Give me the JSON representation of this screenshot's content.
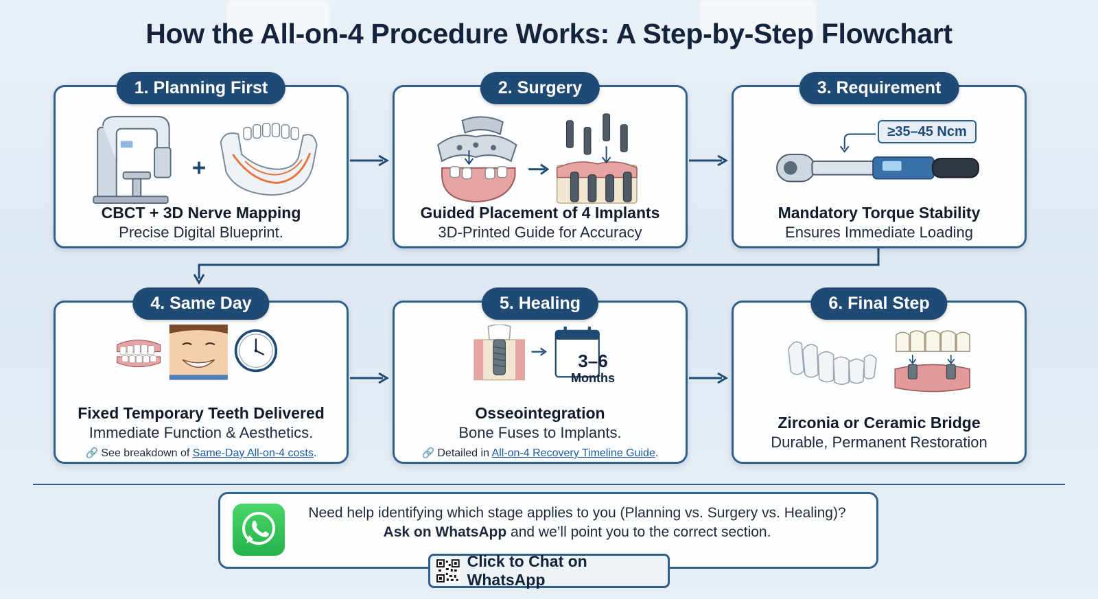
{
  "title": "How the All-on-4 Procedure Works: A Step-by-Step Flowchart",
  "steps": [
    {
      "badge": "1. Planning First",
      "title": "CBCT + 3D Nerve Mapping",
      "subtitle": "Precise Digital Blueprint.",
      "icons": [
        "cbct-scanner-icon",
        "plus-icon",
        "jaw-nerve-map-icon"
      ]
    },
    {
      "badge": "2. Surgery",
      "title": "Guided Placement of 4 Implants",
      "subtitle": "3D-Printed Guide for Accuracy",
      "icons": [
        "surgical-guide-icon",
        "arrow-icon",
        "implants-in-gum-icon"
      ]
    },
    {
      "badge": "3. Requirement",
      "title": "Mandatory Torque Stability",
      "subtitle": "Ensures Immediate Loading",
      "torque_label": "≥35–45 Ncm",
      "icons": [
        "torque-wrench-icon"
      ]
    },
    {
      "badge": "4. Same Day",
      "title": "Fixed Temporary Teeth Delivered",
      "subtitle": "Immediate Function & Aesthetics.",
      "link_prefix": "See breakdown of ",
      "link_text": "Same-Day All-on-4 costs",
      "link_suffix": ".",
      "icons": [
        "denture-icon",
        "smiling-face-icon",
        "clock-icon"
      ]
    },
    {
      "badge": "5. Healing",
      "title": "Osseointegration",
      "subtitle": "Bone Fuses to Implants.",
      "calendar_value": "3–6",
      "calendar_unit": "Months",
      "link_prefix": "Detailed in ",
      "link_text": "All-on-4 Recovery Timeline Guide",
      "link_suffix": ".",
      "icons": [
        "implant-in-bone-icon",
        "arrow-icon",
        "calendar-icon"
      ]
    },
    {
      "badge": "6. Final Step",
      "title": "Zirconia or Ceramic Bridge",
      "subtitle": "Durable, Permanent Restoration",
      "icons": [
        "ceramic-bridge-icon",
        "bridge-on-implants-icon"
      ]
    }
  ],
  "cta": {
    "line1": "Need help identifying which stage applies to you (Planning vs. Surgery vs. Healing)?",
    "line2_bold": "Ask on WhatsApp",
    "line2_rest": " and we’ll point you to the correct section.",
    "button_label": "Click to Chat on WhatsApp",
    "icons": [
      "whatsapp-icon",
      "qr-code-icon"
    ]
  },
  "colors": {
    "navy": "#1f4a73",
    "border": "#2f5f8a",
    "gum": "#e39a9a",
    "whatsapp": "#25b34a"
  }
}
